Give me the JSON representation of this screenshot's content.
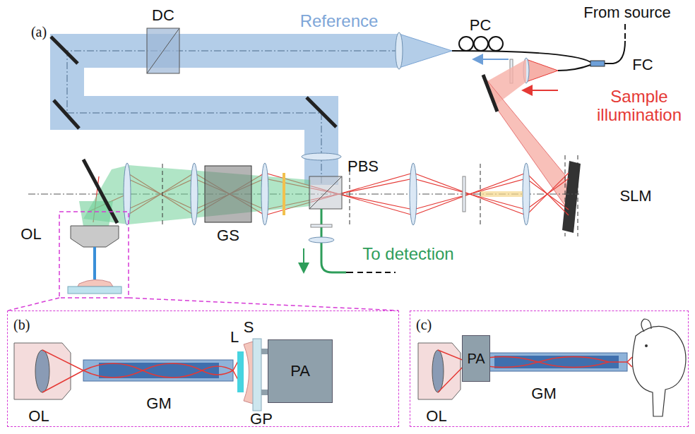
{
  "diagram": {
    "nodes": [
      {
        "text": [
          "(b)"
        ]
      },
      {
        "text": [
          "PA"
        ],
        "in": 0
      },
      {
        "text": [
          "(c)"
        ]
      },
      {
        "text": [
          "PA"
        ],
        "in": 2
      }
    ],
    "labels": [
      "From source",
      "(a)",
      "DC",
      "Reference",
      "PC",
      "FC",
      "Sample illumination",
      "SLM",
      "PBS",
      "OL",
      "GS",
      "To detection",
      "OL",
      "GM",
      "L",
      "S",
      "GP",
      "OL",
      "GM"
    ]
  }
}
